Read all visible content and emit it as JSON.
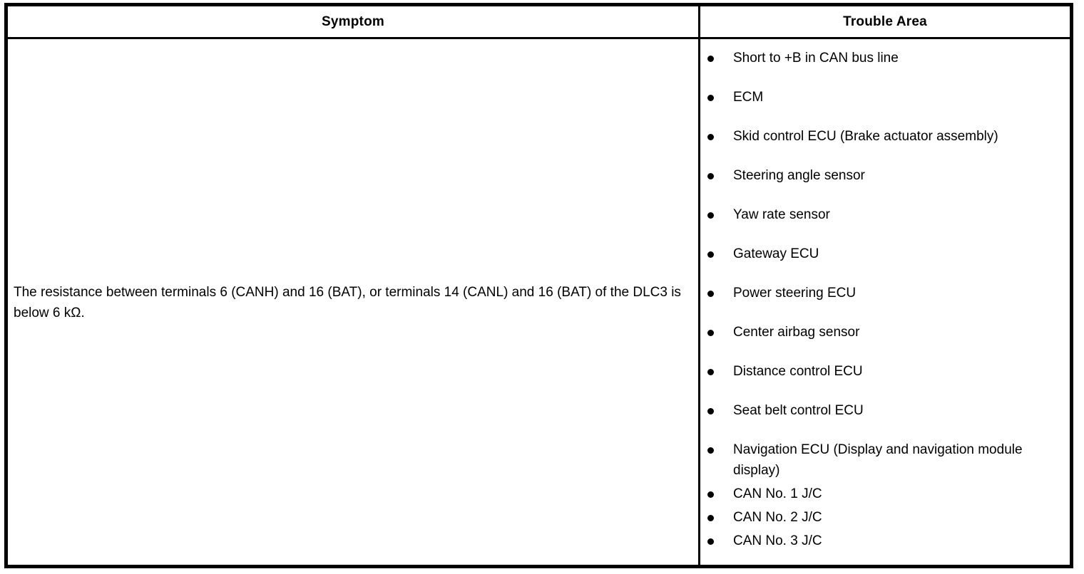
{
  "table": {
    "headers": {
      "symptom": "Symptom",
      "trouble_area": "Trouble Area"
    },
    "symptom": {
      "text": "The resistance between terminals 6 (CANH) and 16 (BAT), or terminals 14 (CANL) and 16 (BAT) of the DLC3 is below 6 kΩ."
    },
    "trouble_area": {
      "bullet_icon": "bullet-dot-icon",
      "items": [
        {
          "label": "Short to +B in CAN bus line",
          "spacing": "normal"
        },
        {
          "label": "ECM",
          "spacing": "normal"
        },
        {
          "label": "Skid control ECU (Brake actuator assembly)",
          "spacing": "normal"
        },
        {
          "label": "Steering angle sensor",
          "spacing": "normal"
        },
        {
          "label": "Yaw rate sensor",
          "spacing": "normal"
        },
        {
          "label": "Gateway ECU",
          "spacing": "normal"
        },
        {
          "label": "Power steering ECU",
          "spacing": "normal"
        },
        {
          "label": "Center airbag sensor",
          "spacing": "normal"
        },
        {
          "label": "Distance control ECU",
          "spacing": "normal"
        },
        {
          "label": "Seat belt control ECU",
          "spacing": "normal"
        },
        {
          "label": "Navigation ECU (Display and navigation module display)",
          "spacing": "tight"
        },
        {
          "label": "CAN No. 1 J/C",
          "spacing": "tight"
        },
        {
          "label": "CAN No. 2 J/C",
          "spacing": "tight"
        },
        {
          "label": "CAN No. 3 J/C",
          "spacing": "tight"
        }
      ]
    },
    "colors": {
      "border": "#000000",
      "text": "#000000",
      "background": "#ffffff"
    }
  }
}
